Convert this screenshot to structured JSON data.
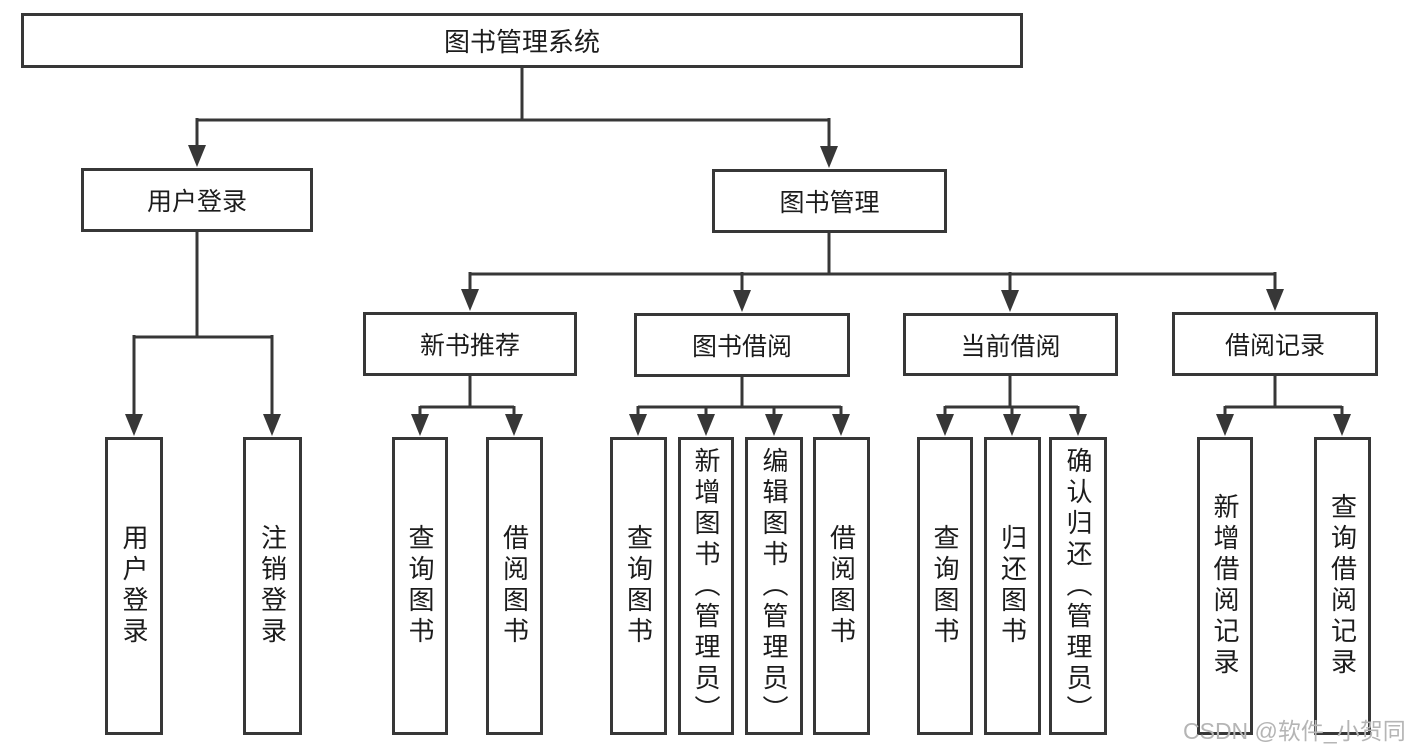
{
  "diagram": {
    "root": "图书管理系统",
    "branches": [
      {
        "label": "用户登录",
        "leaves": [
          "用户登录",
          "注销登录"
        ]
      },
      {
        "label": "图书管理",
        "groups": [
          {
            "label": "新书推荐",
            "leaves": [
              "查询图书",
              "借阅图书"
            ]
          },
          {
            "label": "图书借阅",
            "leaves": [
              "查询图书",
              "新增图书（管理员）",
              "编辑图书（管理员）",
              "借阅图书"
            ]
          },
          {
            "label": "当前借阅",
            "leaves": [
              "查询图书",
              "归还图书",
              "确认归还（管理员）"
            ]
          },
          {
            "label": "借阅记录",
            "leaves": [
              "新增借阅记录",
              "查询借阅记录"
            ]
          }
        ]
      }
    ]
  },
  "watermark": {
    "text": "CSDN @软件_小贺同学"
  },
  "colors": {
    "line": "#373737",
    "text": "#1c1c1c",
    "background": "#ffffff",
    "watermark_text": "#b5b5b5"
  }
}
